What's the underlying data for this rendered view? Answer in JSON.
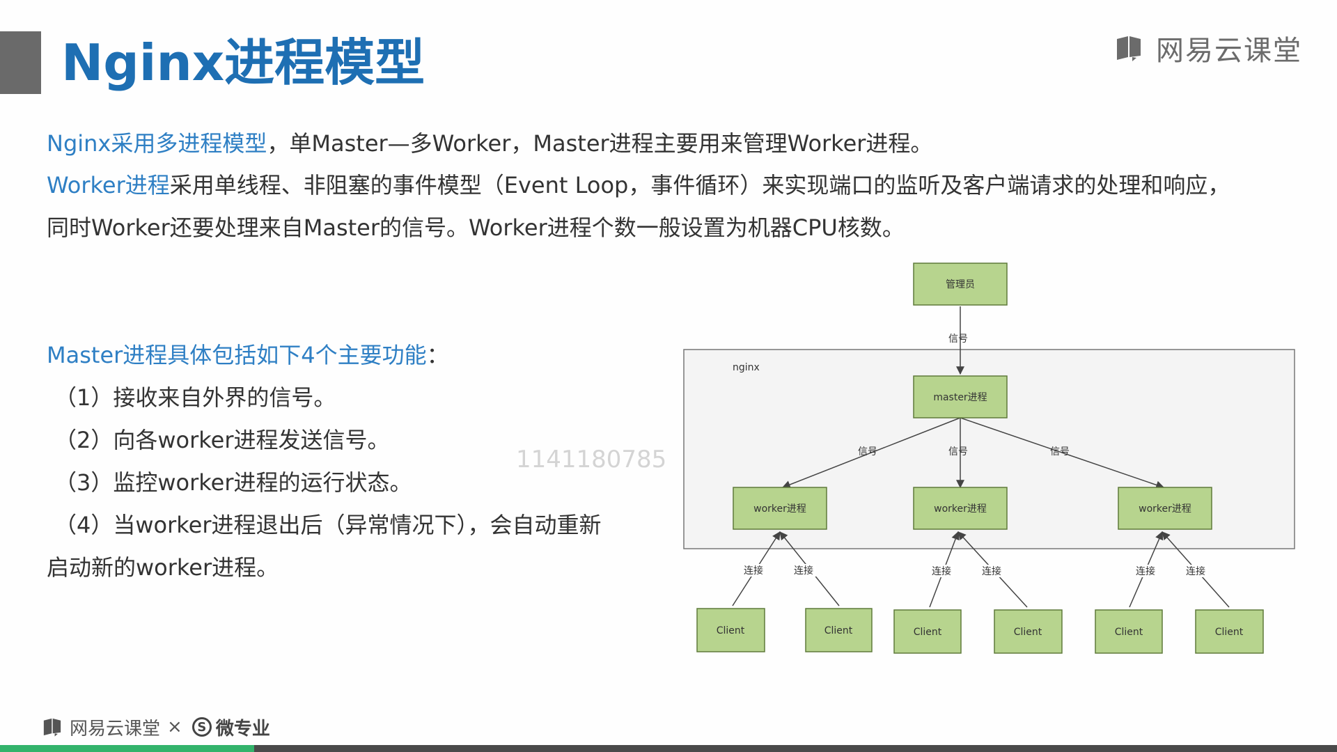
{
  "slide": {
    "title": "Nginx进程模型",
    "brand": "网易云课堂",
    "watermark": "1141180785"
  },
  "intro": {
    "line1_hl": "Nginx采用多进程模型",
    "line1_rest": "，单Master—多Worker，Master进程主要用来管理Worker进程。",
    "line2_hl": "Worker进程",
    "line2_rest": "采用单线程、非阻塞的事件模型（Event Loop，事件循环）来实现端口的监听及客户端请求的处理和响应，",
    "line3": "同时Worker还要处理来自Master的信号。Worker进程个数一般设置为机器CPU核数。"
  },
  "master_functions": {
    "heading_hl": "Master进程具体包括如下4个主要功能",
    "heading_colon": "：",
    "items": [
      "（1）接收来自外界的信号。",
      "（2）向各worker进程发送信号。",
      "（3）监控worker进程的运行状态。",
      "（4）当worker进程退出后（异常情况下），会自动重新"
    ],
    "continuation": "启动新的worker进程。"
  },
  "diagram": {
    "admin_label": "管理员",
    "container_label": "nginx",
    "master_label": "master进程",
    "signal_label": "信号",
    "connect_label": "连接",
    "workers": [
      "worker进程",
      "worker进程",
      "worker进程"
    ],
    "clients": [
      "Client",
      "Client",
      "Client",
      "Client",
      "Client",
      "Client"
    ],
    "colors": {
      "box_fill": "#b7d48e",
      "box_stroke": "#5f7a3a"
    }
  },
  "footer": {
    "brand": "网易云课堂",
    "times": "×",
    "s_symbol": "S",
    "partner": "微专业"
  },
  "progress": {
    "fraction": 0.19
  }
}
